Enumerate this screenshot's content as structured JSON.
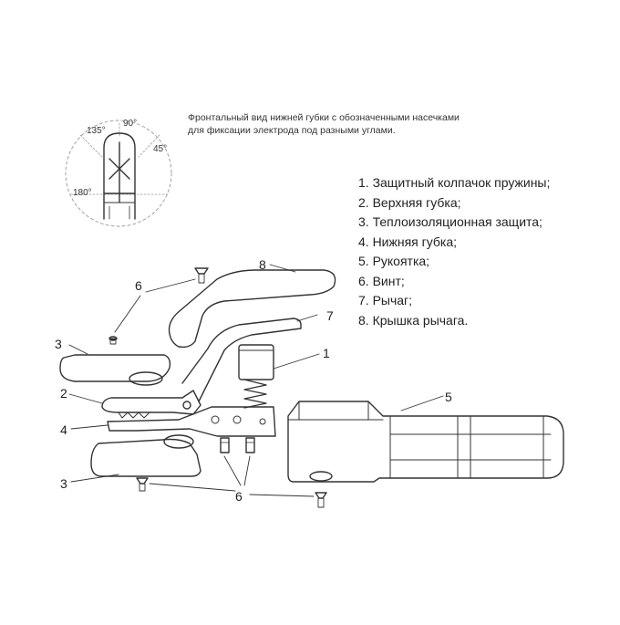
{
  "caption": {
    "line1": "Фронтальный вид нижней губки с обозначенными насечками",
    "line2": "для фиксации электрода под разными углами."
  },
  "angles": {
    "a135": "135°",
    "a90": "90°",
    "a45": "45°",
    "a180": "180°"
  },
  "legend": [
    "1. Защитный колпачок пружины;",
    "2. Верхняя губка;",
    "3. Теплоизоляционная защита;",
    "4. Нижняя губка;",
    "5. Рукоятка;",
    "6. Винт;",
    "7. Рычаг;",
    "8. Крышка рычага."
  ],
  "callouts": {
    "n1": "1",
    "n2": "2",
    "n3a": "3",
    "n3b": "3",
    "n4": "4",
    "n5": "5",
    "n6a": "6",
    "n6b": "6",
    "n7": "7",
    "n8": "8"
  },
  "colors": {
    "stroke": "#333333",
    "dash": "#888888",
    "text": "#222222"
  }
}
